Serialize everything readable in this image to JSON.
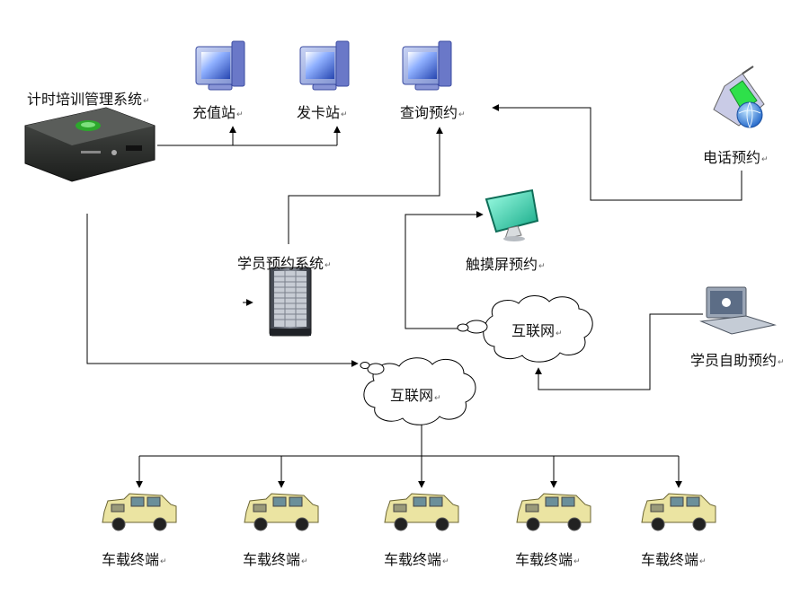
{
  "labels": {
    "training_system": "计时培训管理系统",
    "recharge": "充值站",
    "card_issue": "发卡站",
    "query_booking": "查询预约",
    "phone_booking": "电话预约",
    "student_booking_system": "学员预约系统",
    "touchscreen_booking": "触摸屏预约",
    "internet_upper": "互联网",
    "internet_lower": "互联网",
    "self_service_booking": "学员自助预约",
    "vehicle_terminals": [
      "车载终端",
      "车载终端",
      "车载终端",
      "车载终端",
      "车载终端"
    ]
  },
  "icons": {
    "training_system": "game-console-icon",
    "recharge": "desktop-computer-icon",
    "card_issue": "desktop-computer-icon",
    "query_booking": "desktop-computer-icon",
    "phone_booking": "mobile-phone-icon",
    "student_booking_system": "server-rack-icon",
    "touchscreen_booking": "lcd-monitor-icon",
    "self_service_booking": "laptop-icon",
    "vehicle": "jeep-icon"
  },
  "colors": {
    "line": "#000000",
    "cloud_fill": "#ffffff",
    "monitor_screen": "#4a6fd8",
    "lcd_green": "#27c4a0",
    "jeep_body": "#e8e0a0",
    "server": "#555b66",
    "console": "#2a2d2a"
  }
}
